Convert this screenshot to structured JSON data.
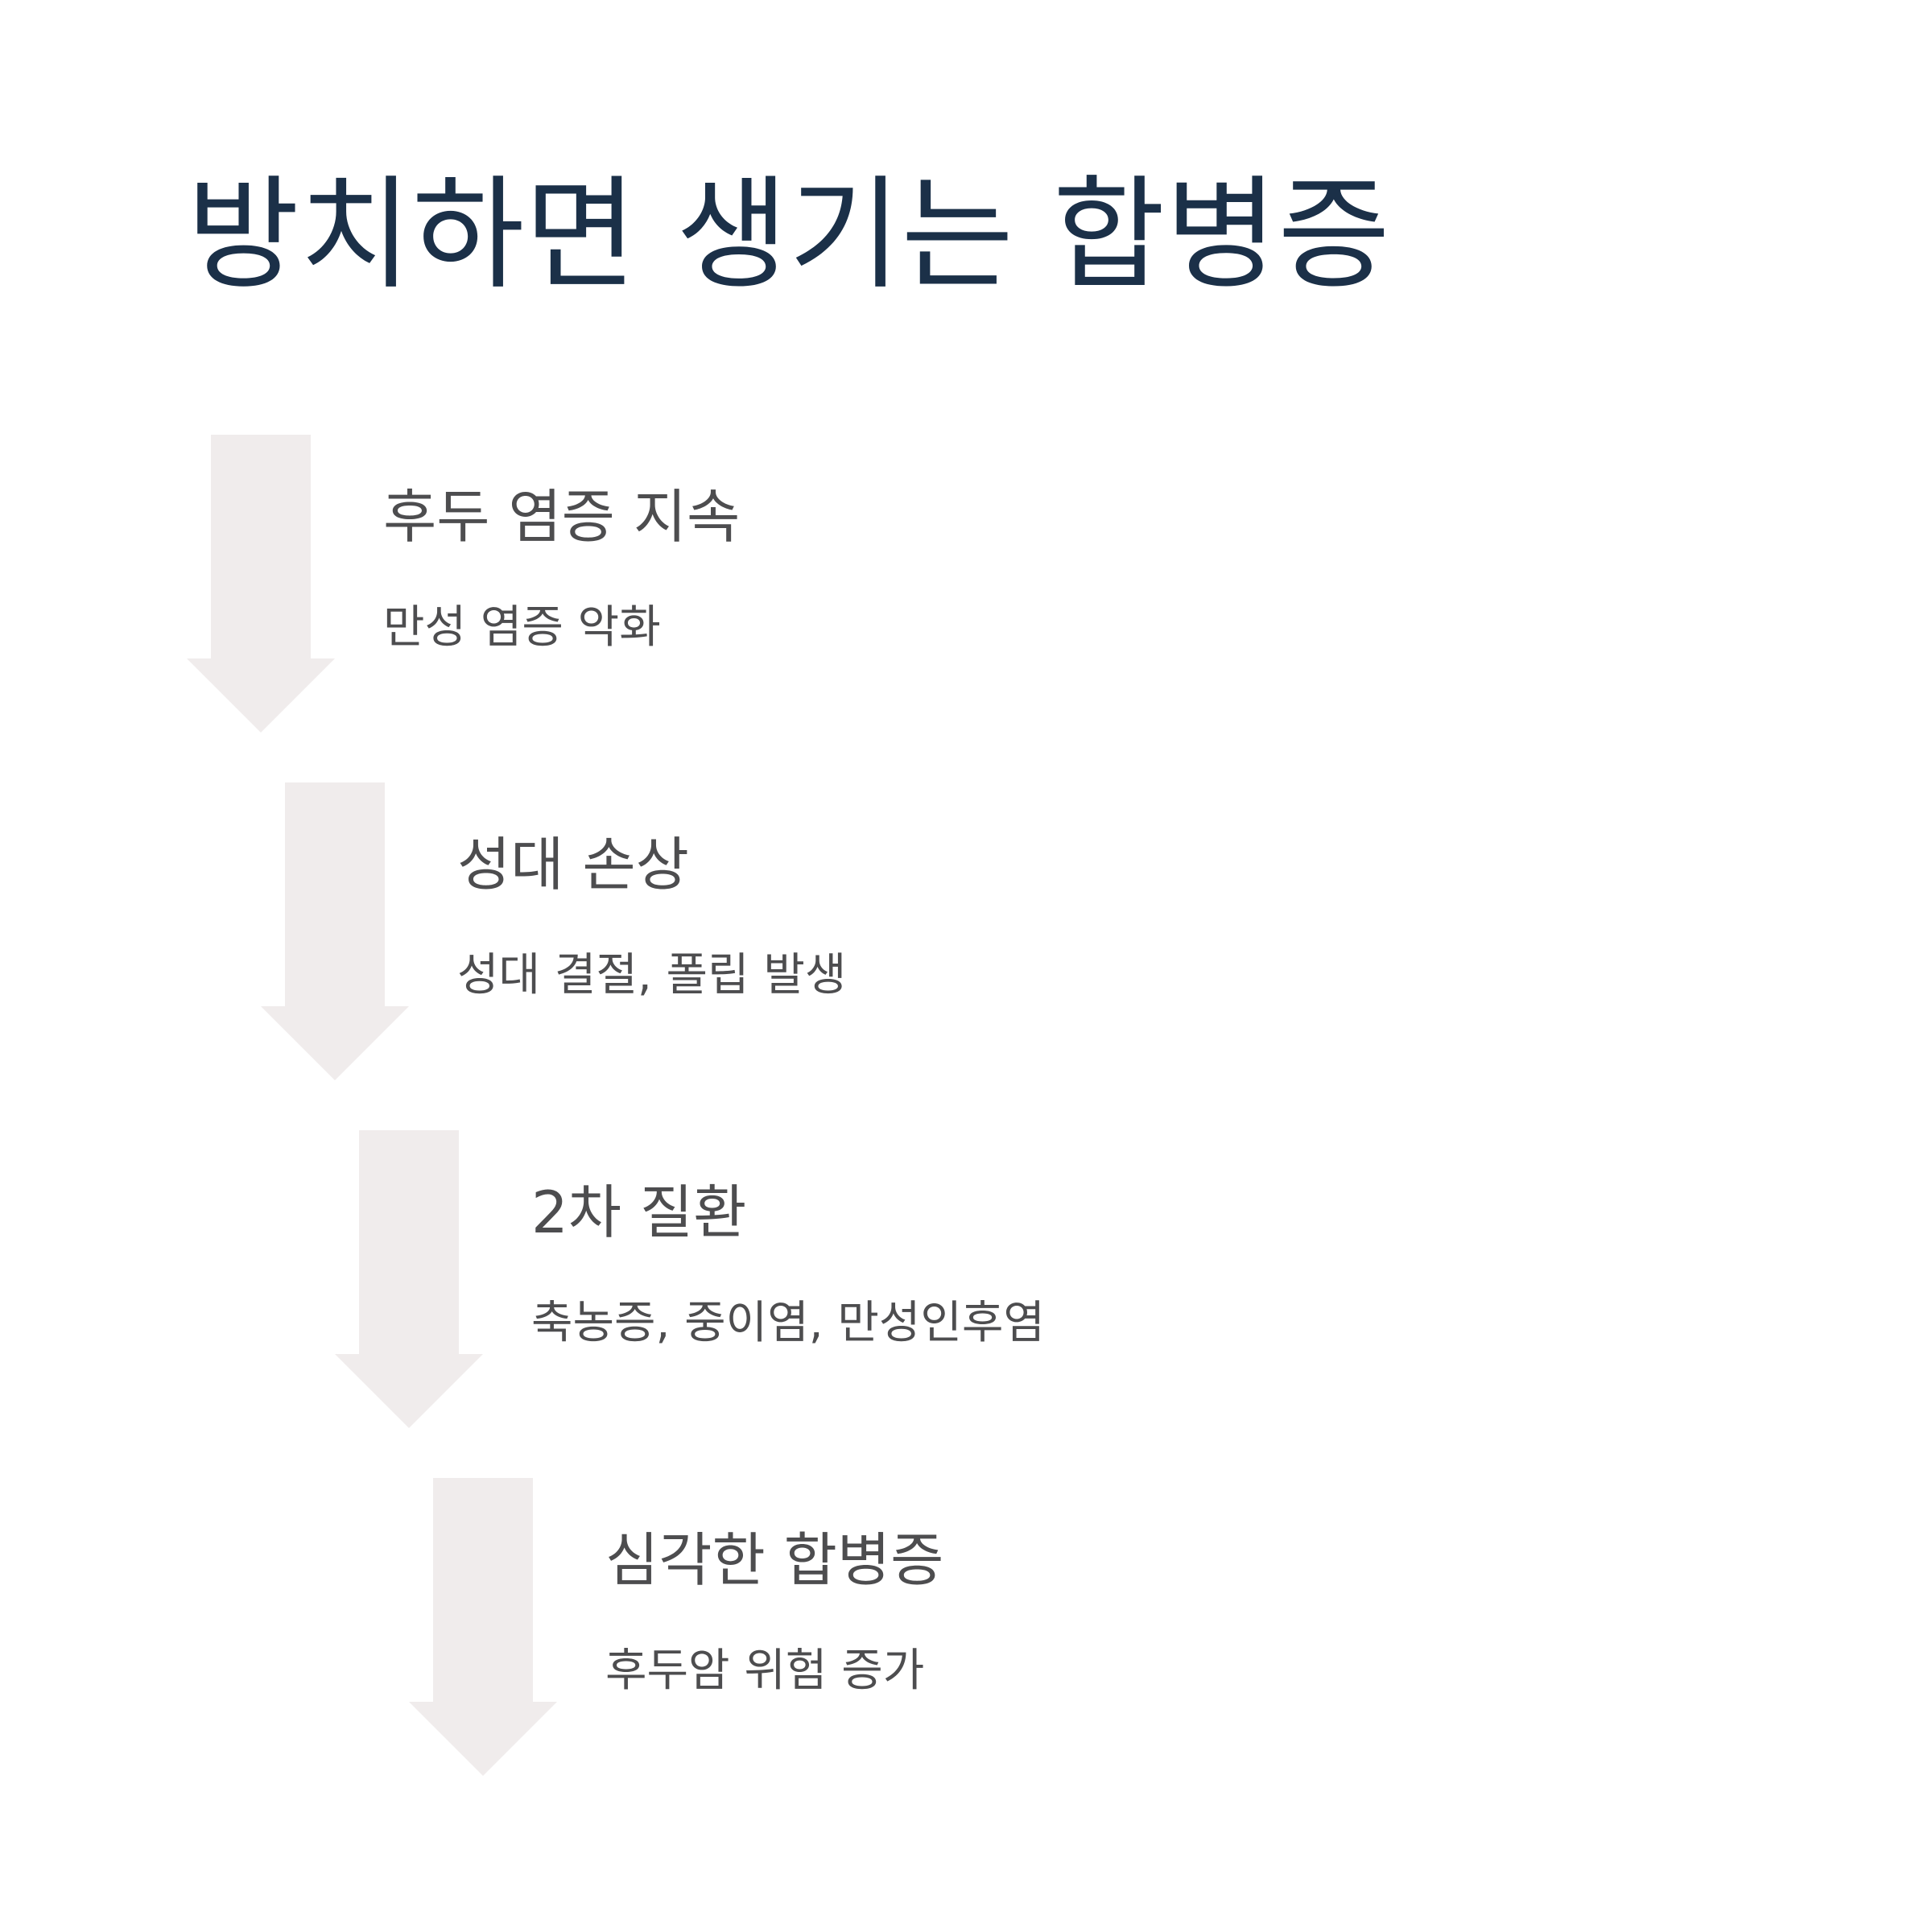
{
  "page": {
    "title": "방치하면 생기는 합병증"
  },
  "colors": {
    "title": "#1b3048",
    "text": "#4d4d4f",
    "arrow": "#f0ecec",
    "background": "#ffffff"
  },
  "steps": [
    {
      "title": "후두 염증 지속",
      "description": "만성 염증 악화",
      "icon": "down-arrow-icon"
    },
    {
      "title": "성대 손상",
      "description": "성대 결절, 폴립 발생",
      "icon": "down-arrow-icon"
    },
    {
      "title": "2차 질환",
      "description": "축농증, 중이염, 만성인후염",
      "icon": "down-arrow-icon"
    },
    {
      "title": "심각한 합병증",
      "description": "후두암 위험 증가",
      "icon": "down-arrow-icon"
    }
  ]
}
